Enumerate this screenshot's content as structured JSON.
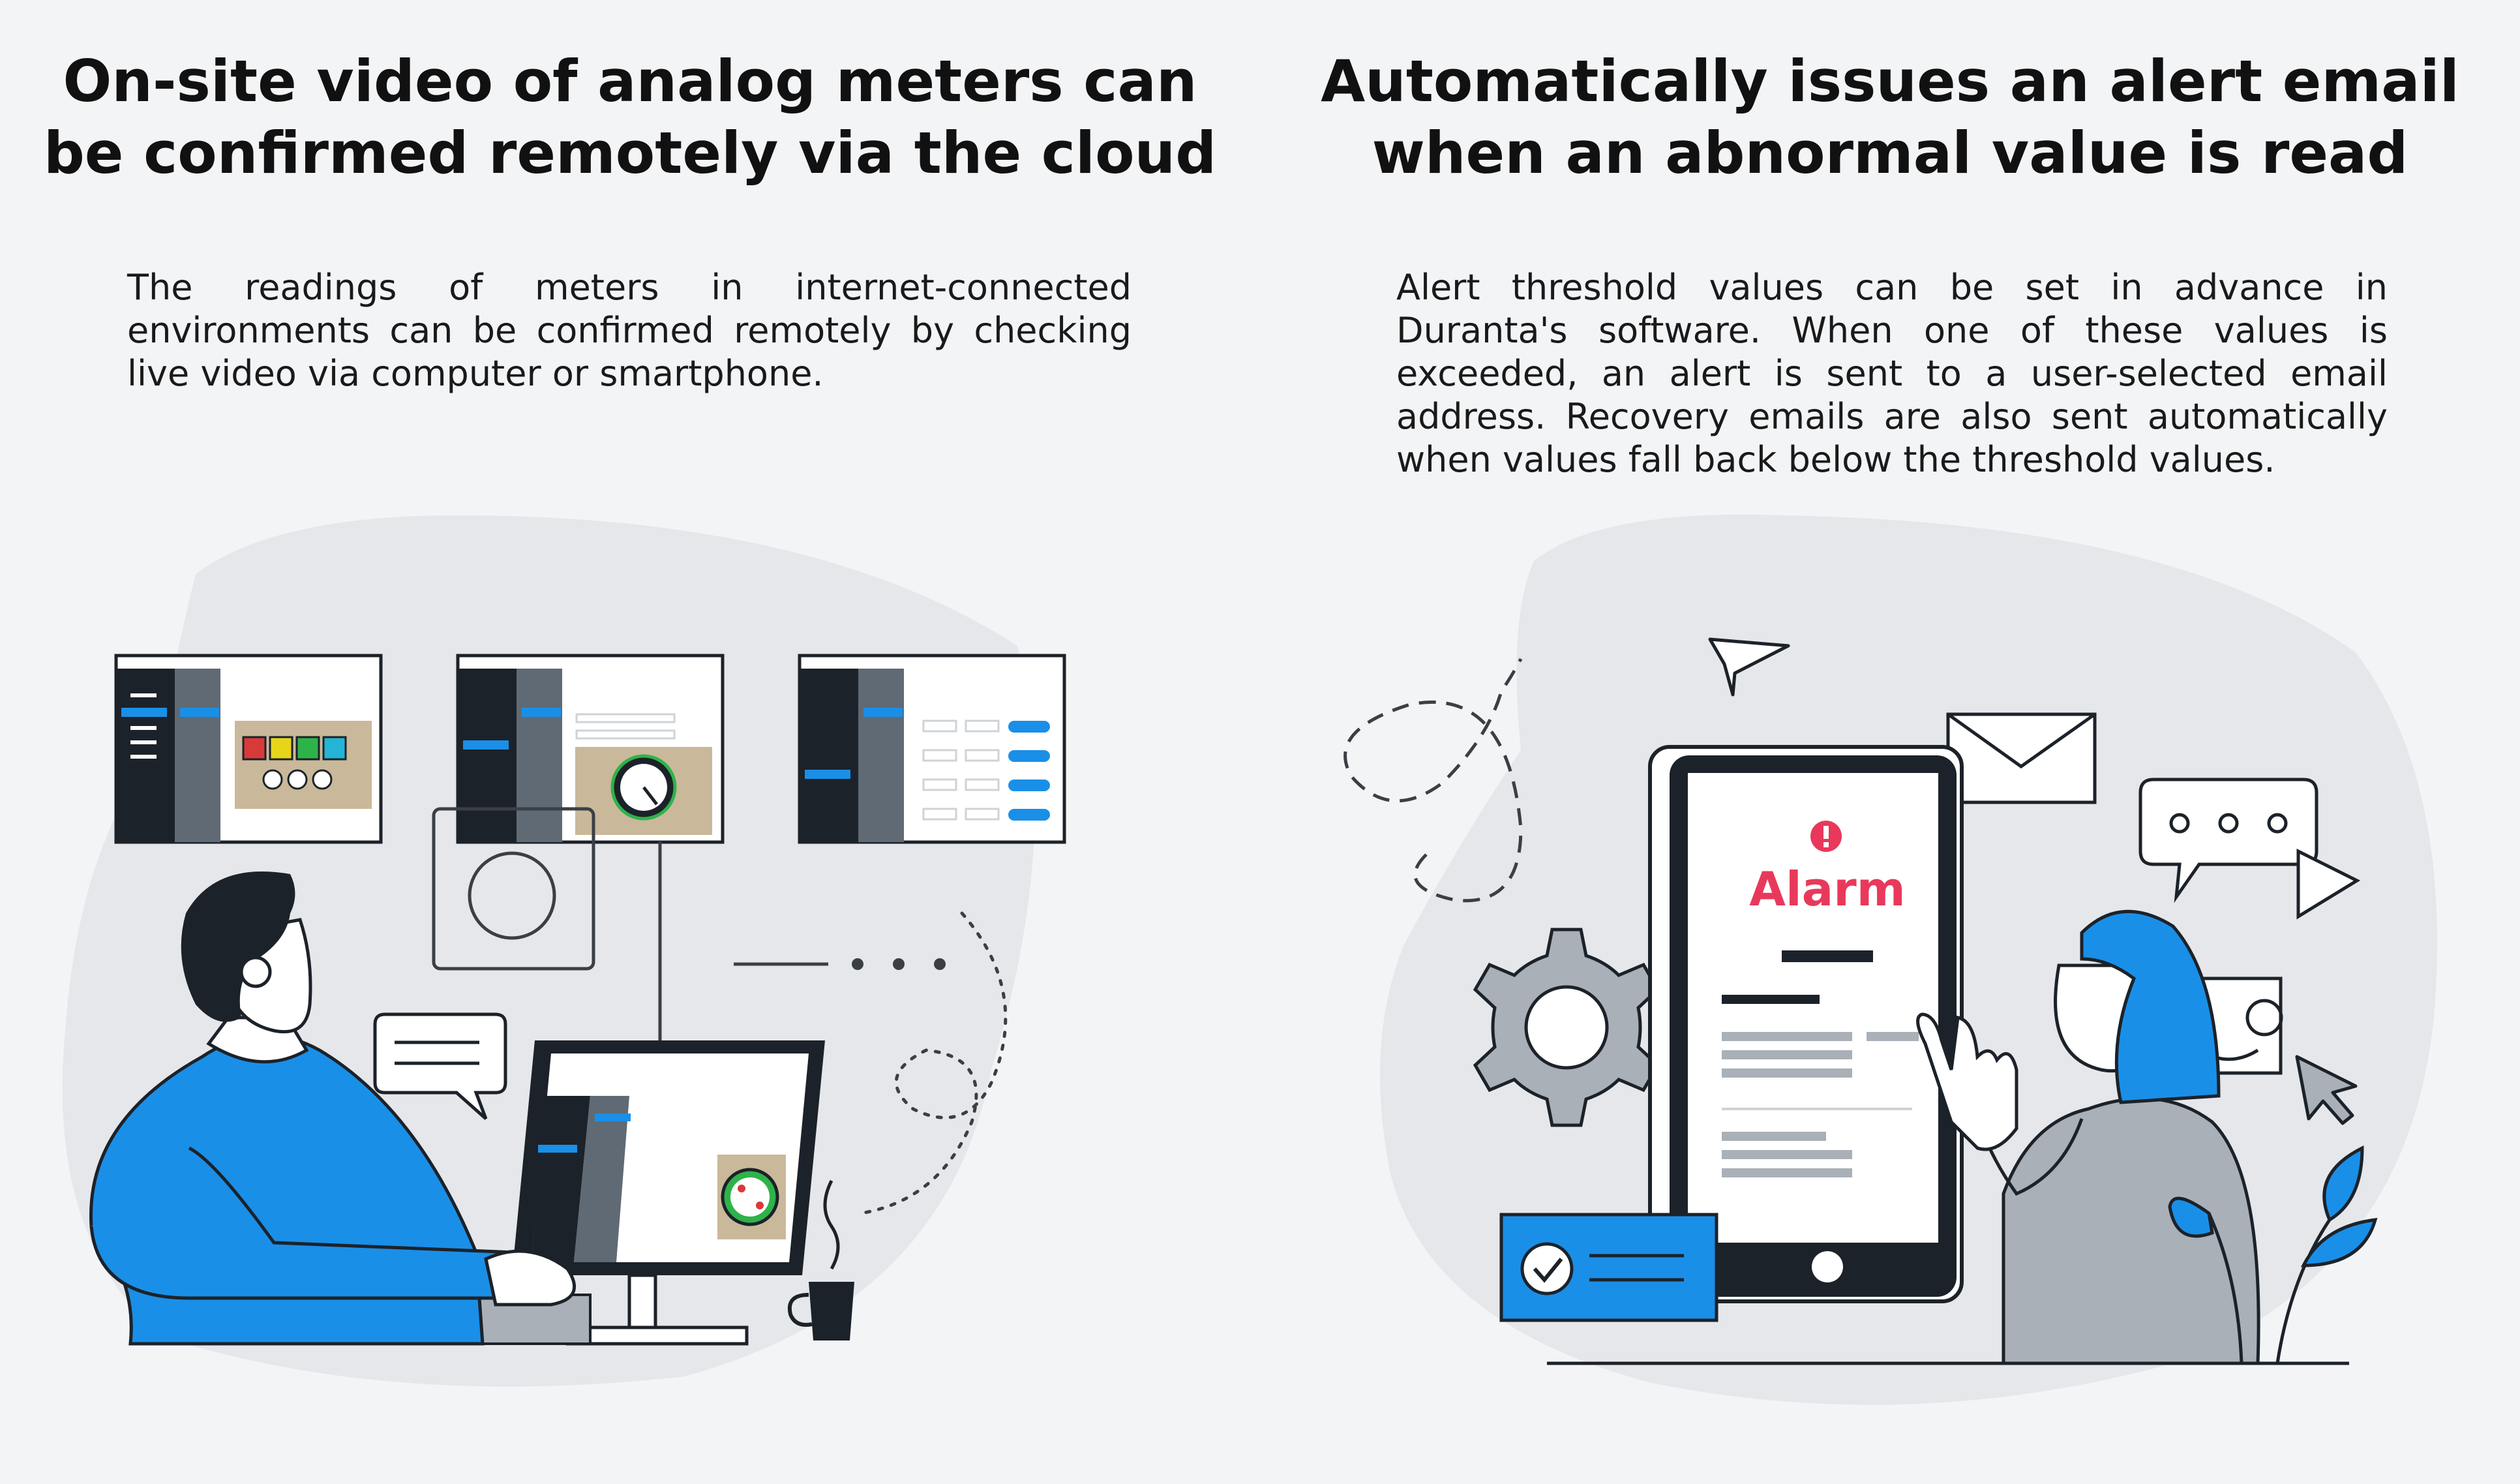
{
  "left": {
    "heading_line1": "On-site video of analog meters can",
    "heading_line2": "be confirmed remotely via the cloud",
    "body": "The readings of meters in internet-connected environments can be confirmed remotely by checking live video via computer or smartphone."
  },
  "right": {
    "heading_line1": "Automatically issues an alert email",
    "heading_line2": "when an abnormal value is read",
    "body": "Alert threshold values can be set in advance in Duranta's software. When one of these values is exceeded, an alert is sent to a user-selected email address. Recovery emails are also sent automatically when values fall back below the threshold values.",
    "alarm_label": "Alarm"
  },
  "colors": {
    "background": "#f3f4f6",
    "blob": "#e6e7ea",
    "accent_blue": "#1a8fe8",
    "dark_navy": "#1c2229",
    "alarm_red": "#e8395c",
    "gray": "#a9b0b7"
  },
  "icons": [
    "monitor-icon",
    "meter-gauge-icon",
    "chat-bubble-icon",
    "paper-plane-icon",
    "envelope-icon",
    "gear-icon",
    "checkmark-icon",
    "cursor-arrow-icon",
    "image-icon",
    "leaf-icon",
    "coffee-cup-icon"
  ]
}
